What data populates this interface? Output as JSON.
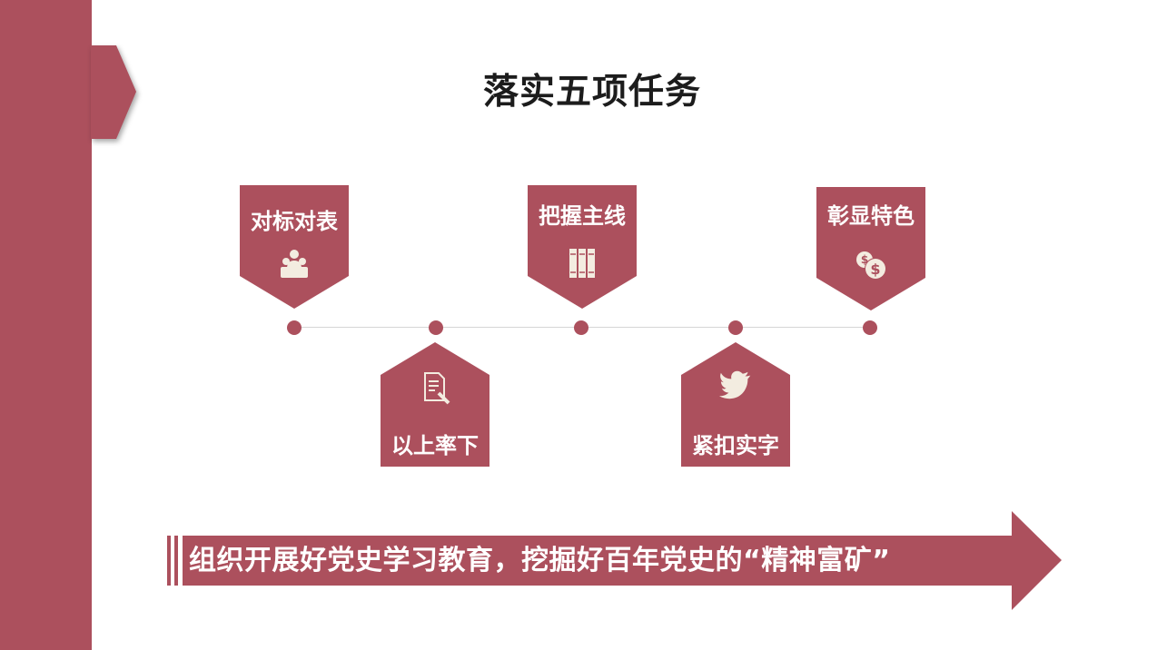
{
  "title": "落实五项任务",
  "tasks": [
    {
      "label": "对标对表",
      "icon": "people-group-icon"
    },
    {
      "label": "以上率下",
      "icon": "document-pen-icon"
    },
    {
      "label": "把握主线",
      "icon": "books-icon"
    },
    {
      "label": "紧扣实字",
      "icon": "bird-icon"
    },
    {
      "label": "彰显特色",
      "icon": "coins-icon"
    }
  ],
  "banner": {
    "text": "组织开展好党史学习教育，挖掘好百年党史的“精神富矿”"
  },
  "colors": {
    "accent": "#ac505d",
    "timeline": "#d6d6d6",
    "title": "#1c1c1c"
  }
}
